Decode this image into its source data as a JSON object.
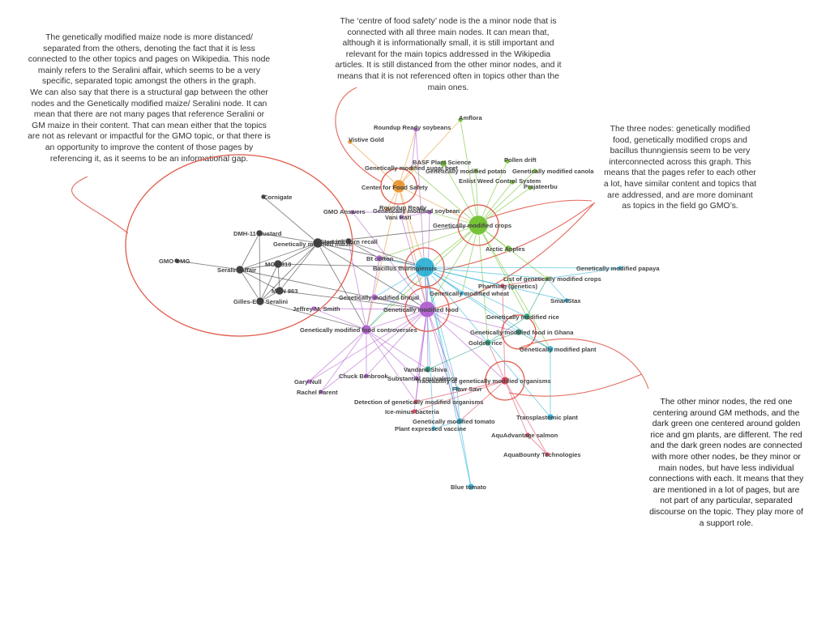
{
  "annotations": {
    "maize": "The genetically modified maize node is more distanced/\nseparated from the others, denoting the fact that it is less\nconnected to the other topics and pages on Wikipedia. This node\nmainly refers to the Seralini affair, which seems to be a very\nspecific, separated topic amongst the others in the graph.\nWe can also say that there is a structural gap between the other\nnodes and the Genetically modified maize/ Seralini node. It can\nmean that there are not many pages that reference Seralini or\nGM maize in their content. That can mean either that the topics\nare not as relevant or impactful for the GMO topic, or that there is\nan opportunity to improve the content of those pages by\nreferencing it, as it seems to be an informational gap.",
    "centre": "The ‘centre of food safety’ node is the a minor node that is\nconnected with all three main nodes. It can mean that,\nalthough it is informationally small, it is still important and\nrelevant for the main topics addressed in the Wikipedia\narticles. It is still distanced from the other minor nodes, and it\nmeans that it is not referenced often in topics other than the\nmain ones.",
    "three": "The three nodes: genetically modified\nfood, genetically modified crops and\nbacillus thunngiensis seem to be very\ninterconnected across this graph. This\nmeans that the pages refer to each other\na lot, have similar content and topics that\nare addressed, and are more dominant\nas topics in the field go GMO’s.",
    "minor": "The other minor nodes, the red one\ncentering around GM methods, and the\ndark green one centered around golden\nrice and gm plants, are different. The red\nand the dark green nodes are connected\nwith more other nodes, be they minor or\nmain nodes, but have less individual\nconnections with each. It means that they\nare mentioned in a lot of pages, but are\nnot part of any particular, separated\ndiscourse on the topic. They play more of\na support role."
  },
  "colors": {
    "maize": "#333333",
    "safety": "#e8922a",
    "crops": "#6cbf2a",
    "bt": "#2ab0d6",
    "food": "#b05ccf",
    "red": "#e0405a",
    "dark_green": "#1f9b7a",
    "highlight": "#e05a4a"
  },
  "nodes": [
    {
      "id": "corn",
      "label": "Cornigate",
      "g": "maize"
    },
    {
      "id": "dmh",
      "label": "DMH-11 Mustard",
      "g": "maize"
    },
    {
      "id": "gmmaize",
      "label": "Genetically modified maize",
      "g": "maize"
    },
    {
      "id": "gmodmg",
      "label": "GMO OMG",
      "g": "maize"
    },
    {
      "id": "ser",
      "label": "Seralini affair",
      "g": "maize"
    },
    {
      "id": "mon810",
      "label": "MON 810",
      "g": "maize"
    },
    {
      "id": "mon863",
      "label": "MON 863",
      "g": "maize"
    },
    {
      "id": "gilles",
      "label": "Gilles-Eric Seralini",
      "g": "maize"
    },
    {
      "id": "starlink",
      "label": "StarLink corn recall",
      "g": "maize"
    },
    {
      "id": "amflora",
      "label": "Amflora",
      "g": "crops"
    },
    {
      "id": "roundup",
      "label": "Roundup Ready soybeans",
      "g": "food"
    },
    {
      "id": "vistive",
      "label": "Vistive Gold",
      "g": "safety"
    },
    {
      "id": "basf",
      "label": "BASF Plant Science",
      "g": "crops"
    },
    {
      "id": "pollen",
      "label": "Pollen drift",
      "g": "crops"
    },
    {
      "id": "sugarbeet",
      "label": "Genetically modified sugar beet",
      "g": "safety"
    },
    {
      "id": "potato",
      "label": "Genetically modified potato",
      "g": "crops"
    },
    {
      "id": "canola",
      "label": "Genetically modified canola",
      "g": "crops"
    },
    {
      "id": "enlist",
      "label": "Enlist Weed Control System",
      "g": "crops"
    },
    {
      "id": "prajateerbu",
      "label": "Prajateerbu",
      "g": "crops"
    },
    {
      "id": "cfs",
      "label": "Center for Food Safety",
      "g": "safety"
    },
    {
      "id": "gmoans",
      "label": "GMO Answers",
      "g": "food"
    },
    {
      "id": "soundready",
      "label": "Roundup Ready",
      "g": "safety"
    },
    {
      "id": "soybean",
      "label": "Genetically modified soybean",
      "g": "food"
    },
    {
      "id": "vanhari",
      "label": "Vani Hari",
      "g": "food"
    },
    {
      "id": "crops",
      "label": "Genetically modified crops",
      "g": "crops"
    },
    {
      "id": "arctic",
      "label": "Arctic Apples",
      "g": "crops"
    },
    {
      "id": "btcotton",
      "label": "Bt cotton",
      "g": "food"
    },
    {
      "id": "bt",
      "label": "Bacillus thuringiensis",
      "g": "bt"
    },
    {
      "id": "papaya",
      "label": "Genetically modified papaya",
      "g": "bt"
    },
    {
      "id": "listcrops",
      "label": "List of genetically modified crops",
      "g": "crops"
    },
    {
      "id": "pharming",
      "label": "Pharming (genetics)",
      "g": "red"
    },
    {
      "id": "wheat",
      "label": "Genetically modified wheat",
      "g": "bt"
    },
    {
      "id": "brinjal",
      "label": "Genetically modified brinjal",
      "g": "food"
    },
    {
      "id": "smartstax",
      "label": "SmartStax",
      "g": "bt"
    },
    {
      "id": "jeffrey",
      "label": "Jeffrey M. Smith",
      "g": "food"
    },
    {
      "id": "food",
      "label": "Genetically modified food",
      "g": "food"
    },
    {
      "id": "rice",
      "label": "Genetically modified rice",
      "g": "dark_green"
    },
    {
      "id": "controv",
      "label": "Genetically modified food controversies",
      "g": "food"
    },
    {
      "id": "ghana",
      "label": "Genetically modified food in Ghana",
      "g": "dark_green"
    },
    {
      "id": "golden",
      "label": "Golden rice",
      "g": "dark_green"
    },
    {
      "id": "plant",
      "label": "Genetically modified plant",
      "g": "bt"
    },
    {
      "id": "vandana",
      "label": "Vandana Shiva",
      "g": "dark_green"
    },
    {
      "id": "chuck",
      "label": "Chuck Benbrook",
      "g": "food"
    },
    {
      "id": "substantial",
      "label": "Substantial equivalence",
      "g": "food"
    },
    {
      "id": "trace",
      "label": "Traceability of genetically modified organisms",
      "g": "red"
    },
    {
      "id": "gary",
      "label": "Gary Null",
      "g": "food"
    },
    {
      "id": "flavr",
      "label": "Flavr Savr",
      "g": "bt"
    },
    {
      "id": "rachel",
      "label": "Rachel Parent",
      "g": "food"
    },
    {
      "id": "detection",
      "label": "Detection of genetically modified organisms",
      "g": "red"
    },
    {
      "id": "iceminus",
      "label": "Ice-minus bacteria",
      "g": "red"
    },
    {
      "id": "tomato",
      "label": "Genetically modified tomato",
      "g": "bt"
    },
    {
      "id": "transplast",
      "label": "Transplastomic plant",
      "g": "bt"
    },
    {
      "id": "vaccine",
      "label": "Plant expressed vaccine",
      "g": "bt"
    },
    {
      "id": "aquadv",
      "label": "AquAdvantage salmon",
      "g": "red"
    },
    {
      "id": "aquab",
      "label": "AquaBounty Technologies",
      "g": "red"
    },
    {
      "id": "blue",
      "label": "Blue tomato",
      "g": "bt"
    }
  ],
  "edges": [
    [
      "gmmaize",
      "corn"
    ],
    [
      "gmmaize",
      "dmh"
    ],
    [
      "gmmaize",
      "ser"
    ],
    [
      "gmmaize",
      "mon810"
    ],
    [
      "gmmaize",
      "mon863"
    ],
    [
      "gmmaize",
      "gilles"
    ],
    [
      "gmmaize",
      "starlink"
    ],
    [
      "ser",
      "gmodmg"
    ],
    [
      "ser",
      "gilles"
    ],
    [
      "ser",
      "mon810"
    ],
    [
      "ser",
      "mon863"
    ],
    [
      "ser",
      "dmh"
    ],
    [
      "mon810",
      "gilles"
    ],
    [
      "mon863",
      "gilles"
    ],
    [
      "mon810",
      "mon863"
    ],
    [
      "gilles",
      "dmh"
    ],
    [
      "gmmaize",
      "bt"
    ],
    [
      "gmmaize",
      "food"
    ],
    [
      "gmmaize",
      "crops"
    ],
    [
      "gmmaize",
      "controv"
    ],
    [
      "ser",
      "food"
    ],
    [
      "mon810",
      "bt"
    ],
    [
      "mon863",
      "food"
    ],
    [
      "gilles",
      "controv"
    ],
    [
      "cfs",
      "vistive"
    ],
    [
      "cfs",
      "sugarbeet"
    ],
    [
      "cfs",
      "roundup"
    ],
    [
      "cfs",
      "soundready"
    ],
    [
      "cfs",
      "crops"
    ],
    [
      "cfs",
      "food"
    ],
    [
      "cfs",
      "bt"
    ],
    [
      "cfs",
      "controv"
    ],
    [
      "cfs",
      "amflora"
    ],
    [
      "crops",
      "amflora"
    ],
    [
      "crops",
      "basf"
    ],
    [
      "crops",
      "pollen"
    ],
    [
      "crops",
      "potato"
    ],
    [
      "crops",
      "canola"
    ],
    [
      "crops",
      "enlist"
    ],
    [
      "crops",
      "prajateerbu"
    ],
    [
      "crops",
      "arctic"
    ],
    [
      "crops",
      "listcrops"
    ],
    [
      "crops",
      "soybean"
    ],
    [
      "crops",
      "sugarbeet"
    ],
    [
      "crops",
      "bt"
    ],
    [
      "crops",
      "food"
    ],
    [
      "crops",
      "btcotton"
    ],
    [
      "crops",
      "wheat"
    ],
    [
      "crops",
      "rice"
    ],
    [
      "crops",
      "golden"
    ],
    [
      "crops",
      "plant"
    ],
    [
      "crops",
      "controv"
    ],
    [
      "bt",
      "btcotton"
    ],
    [
      "bt",
      "papaya"
    ],
    [
      "bt",
      "listcrops"
    ],
    [
      "bt",
      "pharming"
    ],
    [
      "bt",
      "wheat"
    ],
    [
      "bt",
      "smartstax"
    ],
    [
      "bt",
      "rice"
    ],
    [
      "bt",
      "plant"
    ],
    [
      "bt",
      "transplast"
    ],
    [
      "bt",
      "tomato"
    ],
    [
      "bt",
      "flavr"
    ],
    [
      "bt",
      "blue"
    ],
    [
      "bt",
      "vaccine"
    ],
    [
      "bt",
      "food"
    ],
    [
      "bt",
      "controv"
    ],
    [
      "bt",
      "brinjal"
    ],
    [
      "bt",
      "ghana"
    ],
    [
      "food",
      "controv"
    ],
    [
      "food",
      "jeffrey"
    ],
    [
      "food",
      "brinjal"
    ],
    [
      "food",
      "trace"
    ],
    [
      "food",
      "detection"
    ],
    [
      "food",
      "substantial"
    ],
    [
      "food",
      "golden"
    ],
    [
      "food",
      "ghana"
    ],
    [
      "food",
      "vandana"
    ],
    [
      "food",
      "gary"
    ],
    [
      "food",
      "rachel"
    ],
    [
      "food",
      "chuck"
    ],
    [
      "food",
      "flavr"
    ],
    [
      "food",
      "tomato"
    ],
    [
      "food",
      "iceminus"
    ],
    [
      "food",
      "soybean"
    ],
    [
      "food",
      "vanhari"
    ],
    [
      "food",
      "gmoans"
    ],
    [
      "food",
      "roundup"
    ],
    [
      "controv",
      "gary"
    ],
    [
      "controv",
      "rachel"
    ],
    [
      "controv",
      "chuck"
    ],
    [
      "controv",
      "vandana"
    ],
    [
      "controv",
      "jeffrey"
    ],
    [
      "controv",
      "starlink"
    ],
    [
      "controv",
      "substantial"
    ],
    [
      "controv",
      "detection"
    ],
    [
      "controv",
      "btcotton"
    ],
    [
      "trace",
      "detection"
    ],
    [
      "trace",
      "iceminus"
    ],
    [
      "trace",
      "aquadv"
    ],
    [
      "trace",
      "aquab"
    ],
    [
      "trace",
      "golden"
    ],
    [
      "trace",
      "pharming"
    ],
    [
      "trace",
      "tomato"
    ],
    [
      "aquadv",
      "aquab"
    ],
    [
      "pharming",
      "listcrops"
    ],
    [
      "golden",
      "ghana"
    ],
    [
      "golden",
      "rice"
    ],
    [
      "golden",
      "vandana"
    ],
    [
      "ghana",
      "plant"
    ],
    [
      "rice",
      "listcrops"
    ],
    [
      "tomato",
      "vaccine"
    ],
    [
      "tomato",
      "blue"
    ],
    [
      "tomato",
      "flavr"
    ],
    [
      "transplast",
      "plant"
    ],
    [
      "papaya",
      "listcrops"
    ],
    [
      "smartstax",
      "listcrops"
    ],
    [
      "starlink",
      "btcotton"
    ],
    [
      "starlink",
      "bt"
    ],
    [
      "soybean",
      "gmoans"
    ],
    [
      "soybean",
      "vanhari"
    ],
    [
      "roundup",
      "sugarbeet"
    ]
  ]
}
